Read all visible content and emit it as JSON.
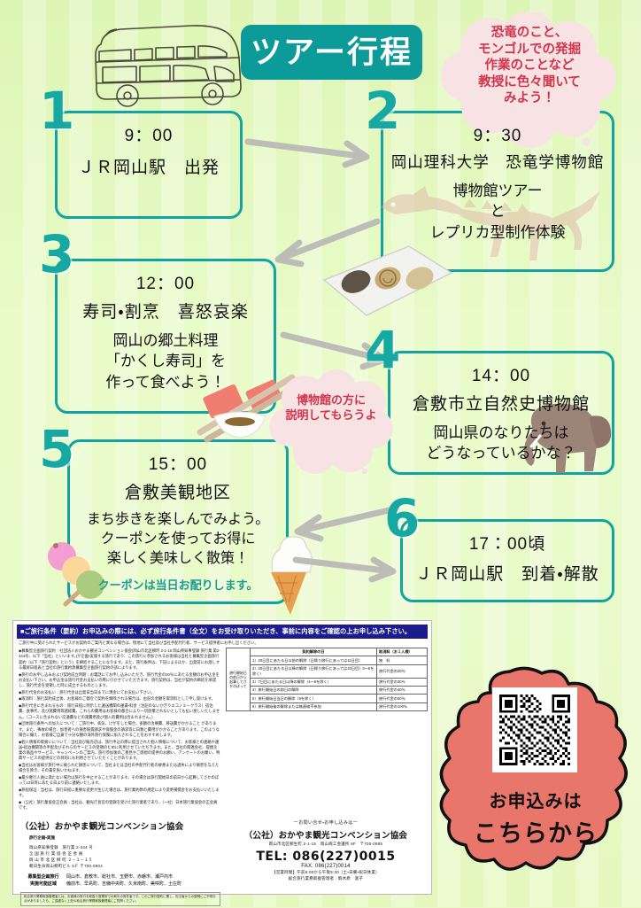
{
  "page": {
    "title": "ツアー行程",
    "bg_color": "#e9fac4",
    "accent_teal": "#14a3a0",
    "accent_pink": "#f5dfe0",
    "accent_red": "#d3344b",
    "accent_coral": "#e8766a"
  },
  "header": {
    "banner_label": "ツアー行程",
    "bus_icon": "tour-bus-icon"
  },
  "bubbles": [
    {
      "id": "bubble-dinosaur",
      "lines": [
        "恐竜のこと、",
        "モンゴルでの発掘",
        "作業のことなど",
        "教授に色々聞いて",
        "みよう！"
      ]
    },
    {
      "id": "bubble-museum",
      "lines": [
        "博物館の方に",
        "説明してもらうよ"
      ]
    }
  ],
  "steps": [
    {
      "number": "1",
      "time": "9：00",
      "heading": "ＪＲ岡山駅　出発",
      "sub": [],
      "note": "",
      "illustration": "bus-icon"
    },
    {
      "number": "2",
      "time": "9：30",
      "heading": "岡山理科大学　恐竜学博物館",
      "sub": [
        "博物館ツアー",
        "と",
        "レプリカ型制作体験"
      ],
      "note": "",
      "illustration": "dinosaur-skeleton-icon"
    },
    {
      "number": "3",
      "time": "12：00",
      "heading": "寿司・割烹　喜怒哀楽",
      "sub": [
        "岡山の郷土料理",
        "「かくし寿司」を",
        "作って食べよう！"
      ],
      "note": "",
      "illustration": "sushi-chopsticks-icon"
    },
    {
      "number": "4",
      "time": "14：00",
      "heading": "倉敷市立自然史博物館",
      "sub": [
        "岡山県のなりたちは",
        "どうなっているかな？"
      ],
      "note": "",
      "illustration": "elephant-icon"
    },
    {
      "number": "5",
      "time": "15：00",
      "heading": "倉敷美観地区",
      "sub": [
        "まち歩きを楽しんでみよう。",
        "クーポンを使ってお得に",
        "楽しく美味しく散策！"
      ],
      "note": "クーポンは当日お配りします。",
      "illustration": "dango-icecream-icon"
    },
    {
      "number": "6",
      "time": "17：00頃",
      "heading": "ＪＲ岡山駅　到着・解散",
      "sub": [],
      "note": "",
      "illustration": ""
    }
  ],
  "terms": {
    "heading": "■ご旅行条件（要約）お申込みの際には、必ず旅行条件書（全文）をお受け取りいただき、事前に内容をご確認の上お申し込み下さい。",
    "intro": "ご旅行中に受けられたサービスがお契約のご案内と異なる場合は、現地にて当社及び当社手配代行者、サービス提供者にお申し出ください。",
    "clauses": [
      "◆募集型企画旅行契約：社団法人おかやま観光コンベンション協会(岡山市北区柳町 2-1-15 岡山県知事登録 旅行業 第2-344号、以下「当社」といいます。)が企画・実施する旅行であり、この旅行に参加されるお客様は当社と募集型企画旅行契約（以下「旅行契約」という）を締結することになります。また、旅行条件は、下記によるほか、出発前にお渡しする最終日程表と当社の旅行業約款募集型企画旅行契約の部によります。",
      "◆旅行のお申し込みおよび契約成立時期：お電話にてお申し込みいただき、旅行代金の20％にあたる金額のお申込金をお支払い下さい。お申込金は旅行代金お支払いの際に引かせていただきます。旅行契約は、当社が契約の締結を承諾し、旅行代金を受領した時に成立するものとします。",
      "◆旅行代金のお支払い：旅行代金は出発日当日までに現金にてお支払い下さい。",
      "◆取消料：旅行契約成立後、お客様のご都合で契約を解除される場合は、右記の金額を取消料として申し受けます。",
      "◆旅行代金に含まれるもの：旅行日程に明示した運送機関の運賃・料金（注記のないかぎりエコノミークラス）宿泊費、食事代、及び諸費用等諸経費。これらの費用はお客様の都合により一切放棄されないとしても払い戻しいたしません。（コースに含まれない交通費などの諸費用及び個人的費用は含まれません。）",
      "◆団体旅行条件への加入について：ご旅行中、病気、けがをした場合、多額の治療費、移送費がかかること があります。また、事故の場合、加害者への損害賠償請求や保険金の請求等に日数と費用がかかることがあります。このような場合に備え、お客様ご自身で十分な額の海外旅行保険に加入されることをおすすめします。",
      "◆個人情報の取扱いについて：当社及び販売店は、旅行申込の際に提出された個人情報について、お客様との連絡や運送・宿泊機関等の手配及びそれらのサービスの受領のために利用させていただきます。また、当社の関連会社、提携企業の商品やサービス、キャンペーンのご案内、旅行参加後のご意見やご感想の提供のお願い、アンケートのお願い、特典サービスの提供などの目的にも利用させていただくことがあります。",
      "◆当社はお客様が旅行中に被られた損害について、当社または当社の手配代行者の故意または過失により損害を与えた場合を除き、その責を負いかねます。",
      "◆最少催行人員に満たない場合は旅行を中止することがあります。その場合は旅行開始日の前日から起算してさかのぼって13日目にあたる日より前に連絡いたします。",
      "◆旅程保証：当社は、旅行日程に重要な変更が生じた場合は、旅行業約款の規定により変更補償金をお支払いいたします。",
      "◆（公社）旅行業協会正会員：当社は、観光庁長官の登録を受けた旅行業者であり、（一社）日本旅行業協会の正会員です。"
    ],
    "table": {
      "col_header_left": "契約解除の日",
      "col_header_right": "取消料（お１人様）",
      "row_label": "旅行開始日の前日から起算してさかのぼって",
      "rows": [
        {
          "period": "1）20日目にあたる日以前の解除（日帰り旅行にあっては11日目）",
          "fee": "無　料"
        },
        {
          "period": "2）20日目にあたる日以降の解除（日帰り旅行にあっては10日目）3～6を除く）",
          "fee": "旅行代金の20％"
        },
        {
          "period": "3）7日目にあたる日以降の解除（4～6を除く）",
          "fee": "旅行代金の30％"
        },
        {
          "period": "4）旅行開始日の前日の解除",
          "fee": "旅行代金の40％"
        },
        {
          "period": "5）旅行開始日当日の解除（6を除く）",
          "fee": "旅行代金の50％"
        },
        {
          "period": "6）旅行開始後の解除または無連絡不参加",
          "fee": "旅行代金の100％"
        }
      ]
    }
  },
  "contact_left": {
    "org": "（公社）おかやま観光コンベンション協会",
    "role": "旅行企画・実施",
    "lines": [
      "岡山県知事登録　旅行業 2-344 号",
      "全 国 旅 行 業 協 会 正 会 員",
      "岡 山 市 北 区 柳 町 ２－１－１５",
      "朝日生命岡山柳町ビル 5Ｆ 〒700-0904"
    ],
    "area_label": "募集型企画旅行\n実施可能区域",
    "area_value": "岡山市、倉敷市、総社市、玉野市、赤磐市、瀬戸内市\n備前市、早島町、吉備中央町、久米南町、美咲町、土庄町",
    "fine_print": "総合旅行業務取扱管理者とは、お客様の旅行を取扱う営業所での取引の責任者です。このご旅行契約に関し、担当者からの説明にご不明な点がありましたら、ご遠慮なく上記の総合旅行業務取扱管理者にご質問ください。"
  },
  "contact_right": {
    "lead": "ーお問い合せ・お申し込みはー",
    "org": "（公社）おかやま観光コンベンション協会",
    "address": "岡山市北区柳生町 2-1-15　岡山商工会議所 6F　〒700-0985",
    "tel": "TEL:  086(227)0015",
    "fax": "FAX: 086(227)0014",
    "hours": "【営業時間】午前9:00から午後5:30（土・日曜・祝日休業）",
    "manager": "総合旅行業務取扱管理者：駒木原　富子"
  },
  "qr": {
    "icon": "qr-code-icon",
    "caption_line1": "お申込みは",
    "caption_line2": "こちらから"
  }
}
